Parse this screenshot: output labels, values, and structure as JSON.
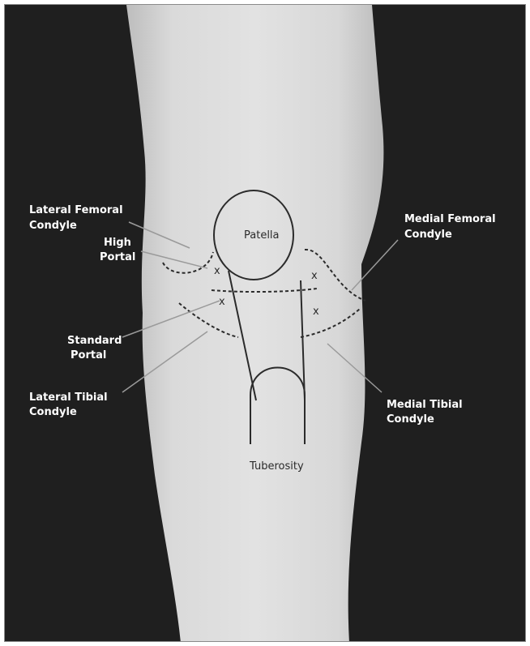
{
  "labels": {
    "lateral_femoral_condyle": [
      "Lateral Femoral",
      "Condyle"
    ],
    "high_portal": [
      "High",
      "Portal"
    ],
    "standard_portal": [
      "Standard",
      "Portal"
    ],
    "lateral_tibial_condyle": [
      "Lateral Tibial",
      "Condyle"
    ],
    "medial_femoral_condyle": [
      "Medial Femoral",
      "Condyle"
    ],
    "medial_tibial_condyle": [
      "Medial Tibial",
      "Condyle"
    ],
    "patella": "Patella",
    "tuberosity": "Tuberosity"
  },
  "marks": {
    "portal_x": "x"
  },
  "colors": {
    "background": "#1f1f1f",
    "skin": "#dcdcdc",
    "line": "#2b2b2b",
    "label": "#ffffff",
    "leader": "#9a9a9a"
  }
}
